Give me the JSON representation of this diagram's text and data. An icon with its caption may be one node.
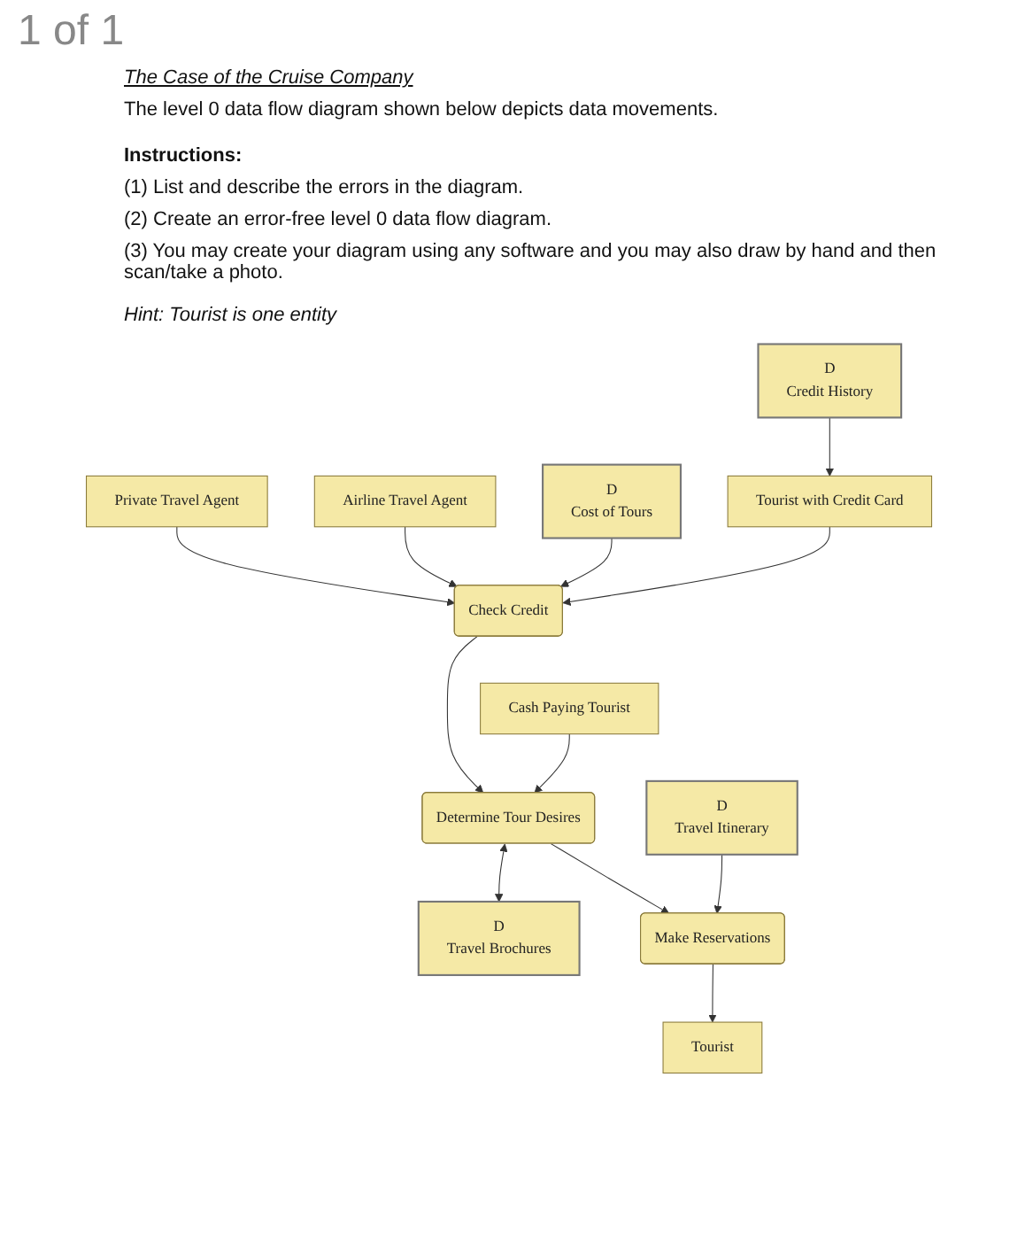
{
  "diagram": {
    "title": "The Case of the Cruise Company",
    "nodes": [
      {
        "text": [
          "Private Travel Agent"
        ]
      },
      {
        "text": [
          "Airline Travel Agent"
        ]
      },
      {
        "text": [
          "D",
          "Cost of Tours"
        ]
      },
      {
        "text": [
          "Check Credit"
        ]
      },
      {
        "text": [
          "Determine Tour Desires"
        ]
      },
      {
        "text": [
          "Cash Paying Tourist"
        ]
      },
      {
        "text": [
          "Tourist with Credit Card"
        ]
      },
      {
        "text": [
          "D",
          "Travel Brochures"
        ]
      },
      {
        "text": [
          "Tourist"
        ]
      },
      {
        "text": [
          "D",
          "Credit History"
        ]
      },
      {
        "text": [
          "D",
          "Travel Itinerary"
        ]
      },
      {
        "text": [
          "Make Reservations"
        ]
      }
    ],
    "edges": [
      {
        "from": 0,
        "to": 3,
        "arrow": "to"
      },
      {
        "from": 1,
        "to": 3,
        "arrow": "to"
      },
      {
        "from": 2,
        "to": 3,
        "arrow": "to"
      },
      {
        "from": 6,
        "to": 3,
        "arrow": "to"
      },
      {
        "from": 3,
        "to": 4,
        "arrow": "to"
      },
      {
        "from": 5,
        "to": 4,
        "arrow": "to"
      },
      {
        "from": 4,
        "to": 7,
        "arrow": "both"
      },
      {
        "from": 4,
        "to": 11,
        "arrow": "to"
      },
      {
        "from": 9,
        "to": 6,
        "arrow": "to"
      },
      {
        "from": 10,
        "to": 11,
        "arrow": "to"
      },
      {
        "from": 11,
        "to": 8,
        "arrow": "to"
      }
    ],
    "labels": [
      "1 of 1",
      "The level 0 data flow diagram shown below depicts data movements.",
      "Instructions:",
      "(1) List and describe the errors in the diagram.",
      "(2) Create an error-free level 0 data flow diagram.",
      "(3) You may create your diagram using any software and you may also draw by hand and then scan/take a photo.",
      "Hint: Tourist is one entity"
    ]
  }
}
